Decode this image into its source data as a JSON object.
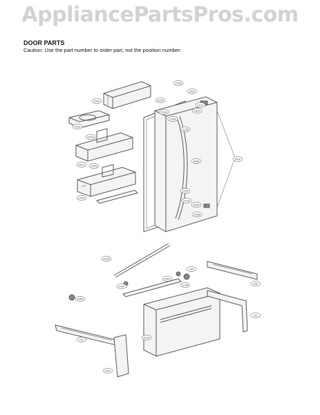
{
  "watermark": "AppliancePartsPros.com",
  "title": "DOOR PARTS",
  "caution": "Caution: Use the part number to order part, not the position number.",
  "labels": [
    "241F",
    "231A",
    "231A",
    "231B",
    "231D",
    "241E",
    "237A",
    "241C",
    "237B",
    "241D",
    "210A",
    "241F",
    "212C",
    "212B",
    "244A",
    "212D",
    "212D",
    "243A",
    "243B",
    "241F",
    "213A",
    "240",
    "241F",
    "215B",
    "240C",
    "240",
    "241",
    "213A",
    "240D",
    "210",
    "241C"
  ]
}
